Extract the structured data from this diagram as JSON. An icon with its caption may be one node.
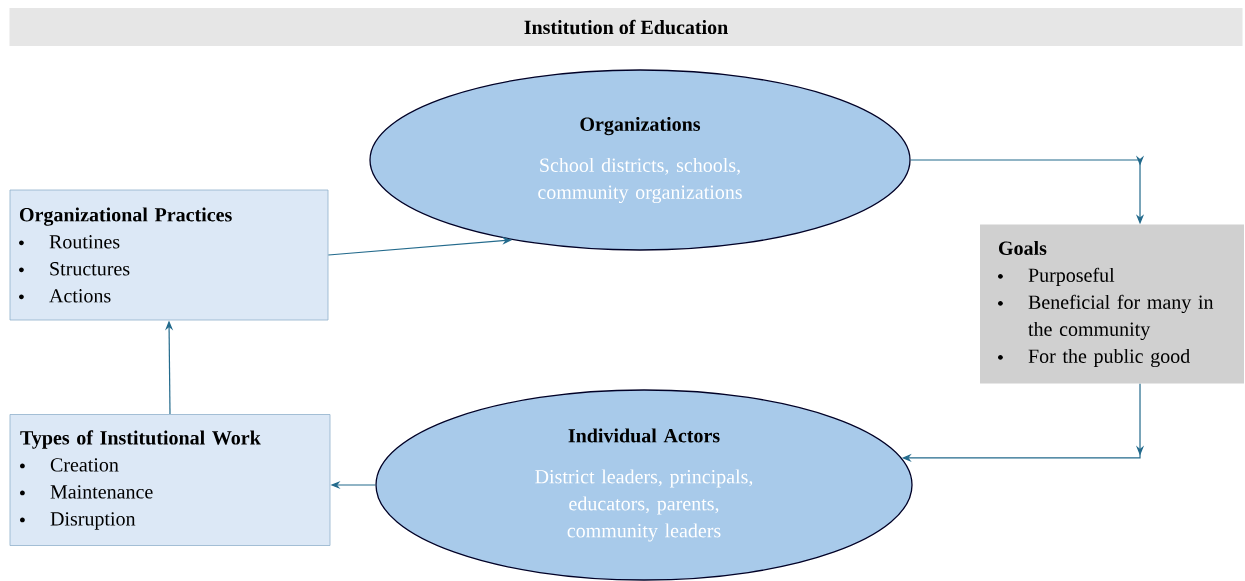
{
  "diagram": {
    "title": "Institution of Education",
    "nodes": [
      {
        "text": [
          "Organizations",
          "School districts, schools, community organizations"
        ]
      },
      {
        "text": [
          "Organizational Practices",
          "Routines",
          "Structures",
          "Actions"
        ]
      },
      {
        "text": [
          "Goals",
          "Purposeful",
          "Beneficial for many in the community",
          "For the public good"
        ]
      },
      {
        "text": [
          "Individual Actors",
          "District leaders, principals, educators, parents, community leaders"
        ]
      },
      {
        "text": [
          "Types of Institutional Work",
          "Creation",
          "Maintenance",
          "Disruption"
        ]
      }
    ],
    "edges": [
      {
        "from": 1,
        "to": 0,
        "arrow": "to"
      },
      {
        "from": 0,
        "to": 2,
        "arrow": "to"
      },
      {
        "from": 2,
        "to": 3,
        "arrow": "to"
      },
      {
        "from": 3,
        "to": 4,
        "arrow": "to"
      },
      {
        "from": 4,
        "to": 1,
        "arrow": "to"
      }
    ]
  }
}
